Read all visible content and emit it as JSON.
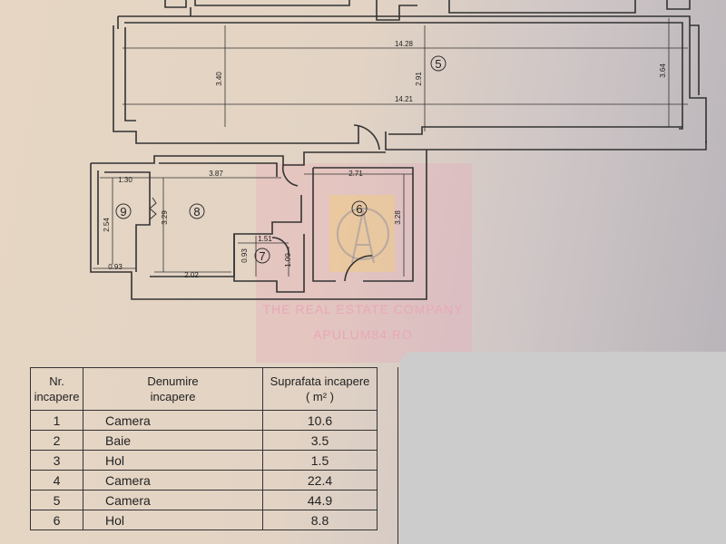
{
  "plan": {
    "dimensions": [
      {
        "id": "d1428",
        "text": "14.28"
      },
      {
        "id": "d1421",
        "text": "14.21"
      },
      {
        "id": "d340",
        "text": "3.40"
      },
      {
        "id": "d291",
        "text": "2.91"
      },
      {
        "id": "d364",
        "text": "3.64"
      },
      {
        "id": "d130",
        "text": "1.30"
      },
      {
        "id": "d387",
        "text": "3.87"
      },
      {
        "id": "d271",
        "text": "2.71"
      },
      {
        "id": "d254",
        "text": "2.54"
      },
      {
        "id": "d329",
        "text": "3.29"
      },
      {
        "id": "d328",
        "text": "3.28"
      },
      {
        "id": "d151",
        "text": "1.51"
      },
      {
        "id": "d093a",
        "text": "0.93"
      },
      {
        "id": "d100",
        "text": "1.00"
      },
      {
        "id": "d093b",
        "text": "0.93"
      },
      {
        "id": "d202",
        "text": "2.02"
      }
    ],
    "room_numbers": [
      {
        "id": "r5",
        "text": "5"
      },
      {
        "id": "r6",
        "text": "6"
      },
      {
        "id": "r7",
        "text": "7"
      },
      {
        "id": "r8",
        "text": "8"
      },
      {
        "id": "r9",
        "text": "9"
      }
    ]
  },
  "watermark": {
    "company": "THE REAL ESTATE COMPANY",
    "site": "APULUM84.RO",
    "color": "#e8a8b8"
  },
  "legend": {
    "headers": {
      "nr": [
        "Nr.",
        "incapere"
      ],
      "name": [
        "Denumire",
        "incapere"
      ],
      "area": [
        "Suprafata incapere",
        "( m² )"
      ]
    },
    "rows": [
      {
        "nr": "1",
        "name": "Camera",
        "area": "10.6"
      },
      {
        "nr": "2",
        "name": "Baie",
        "area": "3.5"
      },
      {
        "nr": "3",
        "name": "Hol",
        "area": "1.5"
      },
      {
        "nr": "4",
        "name": "Camera",
        "area": "22.4"
      },
      {
        "nr": "5",
        "name": "Camera",
        "area": "44.9"
      },
      {
        "nr": "6",
        "name": "Hol",
        "area": "8.8"
      }
    ]
  },
  "colors": {
    "paper": "#e4d5c4",
    "ink": "#333333",
    "overlay": "#cccccc"
  }
}
